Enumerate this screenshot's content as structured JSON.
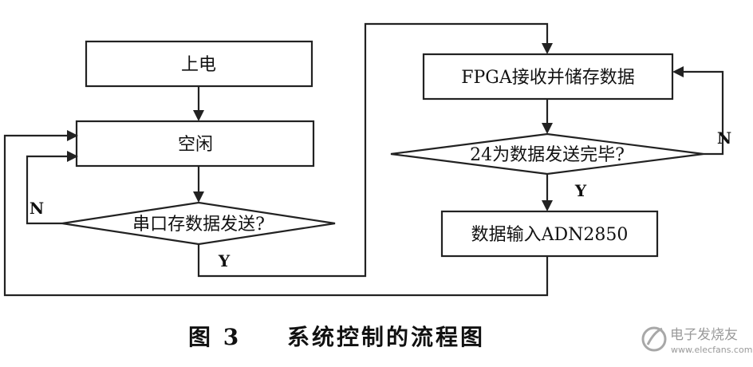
{
  "nodes": {
    "power_on": "上电",
    "idle": "空闲",
    "serial_check": "串口存数据发送?",
    "fpga_receive": "FPGA接收并储存数据",
    "send_check": "24为数据发送完毕?",
    "data_input": "数据输入ADN2850"
  },
  "edge_labels": {
    "serial_no": "N",
    "serial_yes": "Y",
    "send_no": "N",
    "send_yes": "Y"
  },
  "caption": {
    "figure_number": "图 3",
    "title": "系统控制的流程图"
  },
  "watermark": {
    "cn": "电子发烧友",
    "url": "www.elecfans.com"
  }
}
